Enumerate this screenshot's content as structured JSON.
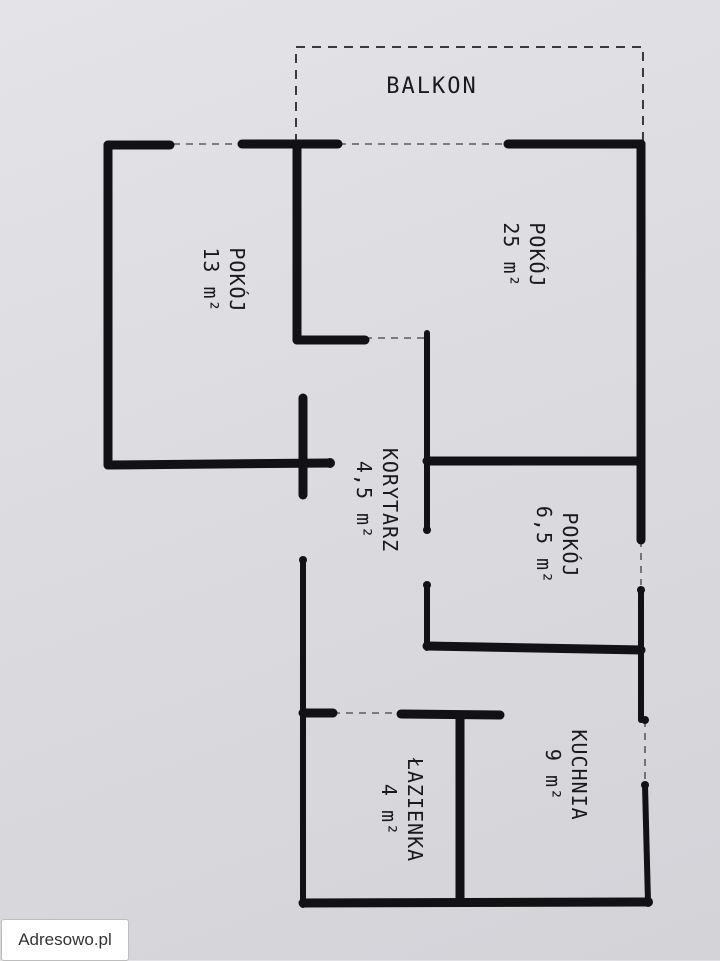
{
  "floor_plan": {
    "balcony": {
      "label": "BALKON"
    },
    "rooms": [
      {
        "id": "room-13",
        "name": "POKÓJ",
        "area": "13 m²"
      },
      {
        "id": "room-25",
        "name": "POKÓJ",
        "area": "25 m²"
      },
      {
        "id": "corridor",
        "name": "KORYTARZ",
        "area": "4,5 m²"
      },
      {
        "id": "room-65",
        "name": "POKÓJ",
        "area": "6,5 m²"
      },
      {
        "id": "kitchen",
        "name": "KUCHNIA",
        "area": "9 m²"
      },
      {
        "id": "bathroom",
        "name": "ŁAZIENKA",
        "area": "4 m²"
      }
    ]
  },
  "watermark": {
    "text": "Adresowo.pl"
  }
}
